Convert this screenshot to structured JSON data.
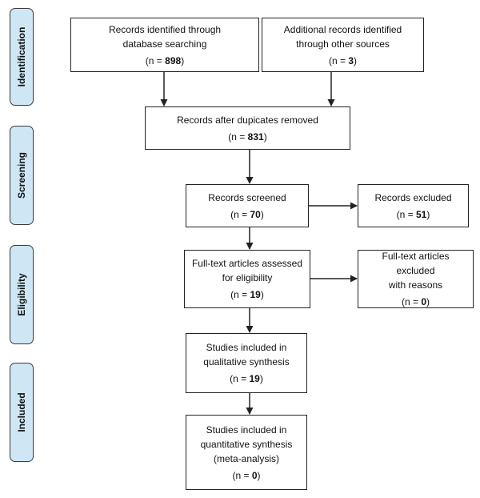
{
  "phases": {
    "identification": "Identification",
    "screening": "Screening",
    "eligibility": "Eligibility",
    "included": "Included"
  },
  "boxes": {
    "db_search": {
      "line1": "Records identified through",
      "line2": "database searching",
      "n_prefix": "(n = ",
      "n_value": "898",
      "n_suffix": ")"
    },
    "other_sources": {
      "line1": "Additional records identified",
      "line2": "through other sources",
      "n_prefix": "(n = ",
      "n_value": "3",
      "n_suffix": ")"
    },
    "after_duplicates": {
      "line1": "Records after dupicates removed",
      "n_prefix": "(n = ",
      "n_value": "831",
      "n_suffix": ")"
    },
    "screened": {
      "line1": "Records screened",
      "n_prefix": "(n = ",
      "n_value": "70",
      "n_suffix": ")"
    },
    "excluded": {
      "line1": "Records excluded",
      "n_prefix": "(n = ",
      "n_value": "51",
      "n_suffix": ")"
    },
    "fulltext_assessed": {
      "line1": "Full-text articles assessed",
      "line2": "for eligibility",
      "n_prefix": "(n = ",
      "n_value": "19",
      "n_suffix": ")"
    },
    "fulltext_excluded": {
      "line1": "Full-text articles excluded",
      "line2": "with reasons",
      "n_prefix": "(n = ",
      "n_value": "0",
      "n_suffix": ")"
    },
    "qualitative": {
      "line1": "Studies included in",
      "line2": "qualitative synthesis",
      "n_prefix": "(n = ",
      "n_value": "19",
      "n_suffix": ")"
    },
    "quantitative": {
      "line1": "Studies included in",
      "line2": "quantitative synthesis",
      "line3": "(meta-analysis)",
      "n_prefix": "(n = ",
      "n_value": "0",
      "n_suffix": ")"
    }
  }
}
